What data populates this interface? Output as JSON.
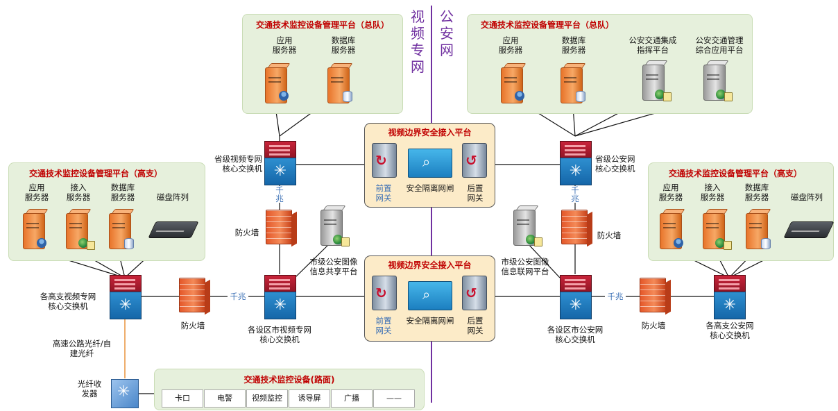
{
  "divider": {
    "left": "视频专网",
    "right": "公安网"
  },
  "mgmt_hq_left": {
    "title": "交通技术监控设备管理平台（总队）",
    "app_server": "应用\n服务器",
    "db_server": "数据库\n服务器"
  },
  "mgmt_hq_right": {
    "title": "交通技术监控设备管理平台（总队）",
    "app_server": "应用\n服务器",
    "db_server": "数据库\n服务器",
    "police_cmd": "公安交通集成\n指挥平台",
    "police_app": "公安交通管理\n综合应用平台"
  },
  "mgmt_branch_left": {
    "title": "交通技术监控设备管理平台（高支）",
    "app_server": "应用\n服务器",
    "access_server": "接入\n服务器",
    "db_server": "数据库\n服务器",
    "disk_array": "磁盘阵列"
  },
  "mgmt_branch_right": {
    "title": "交通技术监控设备管理平台（高支）",
    "app_server": "应用\n服务器",
    "access_server": "接入\n服务器",
    "db_server": "数据库\n服务器",
    "disk_array": "磁盘阵列"
  },
  "boundary_top": {
    "title": "视频边界安全接入平台",
    "front_gw": "前置\n网关",
    "isolator": "安全隔离网闸",
    "back_gw": "后置\n网关"
  },
  "boundary_bottom": {
    "title": "视频边界安全接入平台",
    "front_gw": "前置\n网关",
    "isolator": "安全隔离网闸",
    "back_gw": "后置\n网关"
  },
  "nodes": {
    "prov_video_switch": "省级视频专网\n核心交换机",
    "prov_police_switch": "省级公安网\n核心交换机",
    "firewall_left_mid": "防火墙",
    "firewall_right_mid": "防火墙",
    "city_image_share": "市级公安图像\n信息共享平台",
    "city_image_net": "市级公安图像\n信息联网平台",
    "branch_video_switch": "各高支视频专网\n核心交换机",
    "branch_police_switch": "各高支公安网\n核心交换机",
    "firewall_left_low": "防火墙",
    "firewall_right_low": "防火墙",
    "city_video_switch": "各设区市视频专网\n核心交换机",
    "city_police_switch": "各设区市公安网\n核心交换机",
    "gigabit_1": "千兆",
    "gigabit_2": "千兆",
    "gigabit_3": "千兆",
    "gigabit_4": "千兆",
    "fiber_note": "高速公路光纤/自\n建光纤",
    "transceiver": "光纤收\n发器"
  },
  "road_devices": {
    "title": "交通技术监控设备(路面)",
    "items": [
      "卡口",
      "电警",
      "视频监控",
      "诱导屏",
      "广播",
      "——"
    ]
  },
  "colors": {
    "panel_green": "#e6f0dc",
    "panel_tan": "#fcebc8",
    "title_red": "#c00000",
    "divider_purple": "#7030a0",
    "gigabit_blue": "#3a6fb5",
    "fiber_orange": "#e8923a"
  }
}
